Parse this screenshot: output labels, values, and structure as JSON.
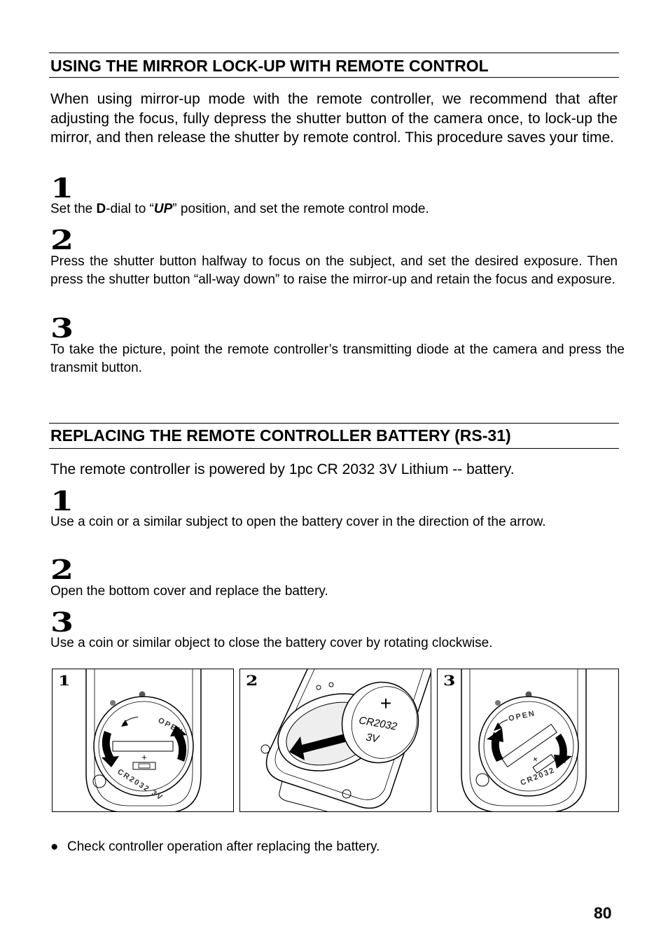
{
  "section1": {
    "title": "USING THE MIRROR LOCK-UP WITH REMOTE CONTROL",
    "intro": "When using mirror-up mode with the remote controller, we recommend that after adjusting the focus, fully depress the shutter button of the camera once, to lock-up the mirror, and then release the shutter by remote control. This procedure saves your time.",
    "steps": [
      {
        "number": "1",
        "pre": "Set the ",
        "bold": "D",
        "mid": "-dial to “",
        "italic": "UP",
        "post": "” position, and set the remote control mode."
      },
      {
        "number": "2",
        "text": "Press the shutter button halfway to focus on the subject, and set the desired exposure. Then press the shutter button “all-way down” to raise the mirror-up and retain the focus and exposure."
      },
      {
        "number": "3",
        "text": "To take the picture, point the remote controller’s transmitting diode at the camera and press the transmit button."
      }
    ]
  },
  "section2": {
    "title": "REPLACING THE REMOTE CONTROLLER BATTERY (RS-31)",
    "intro": "The remote controller is powered by 1pc CR 2032 3V Lithium -- battery.",
    "steps": [
      {
        "number": "1",
        "text": "Use a coin or a similar subject to open the battery cover in the direction of the arrow."
      },
      {
        "number": "2",
        "text": "Open the bottom cover and replace the battery."
      },
      {
        "number": "3",
        "text": "Use a coin or similar object to close the battery cover by rotating clockwise."
      }
    ]
  },
  "figures": [
    {
      "number": "1",
      "cover_open_label": "OPEN",
      "cover_model_label": "CR2032 3V",
      "plus_sign": "+",
      "arrow_direction": "counterclockwise"
    },
    {
      "number": "2",
      "battery_label_line1": "CR2032",
      "battery_label_line2": "3V",
      "plus_sign": "+"
    },
    {
      "number": "3",
      "cover_open_label": "OPEN",
      "cover_model_label": "CR2032",
      "plus_sign": "+",
      "arrow_direction": "clockwise"
    }
  ],
  "note": {
    "bullet": "●",
    "text": "Check controller operation after replacing the battery."
  },
  "page_number": "80"
}
